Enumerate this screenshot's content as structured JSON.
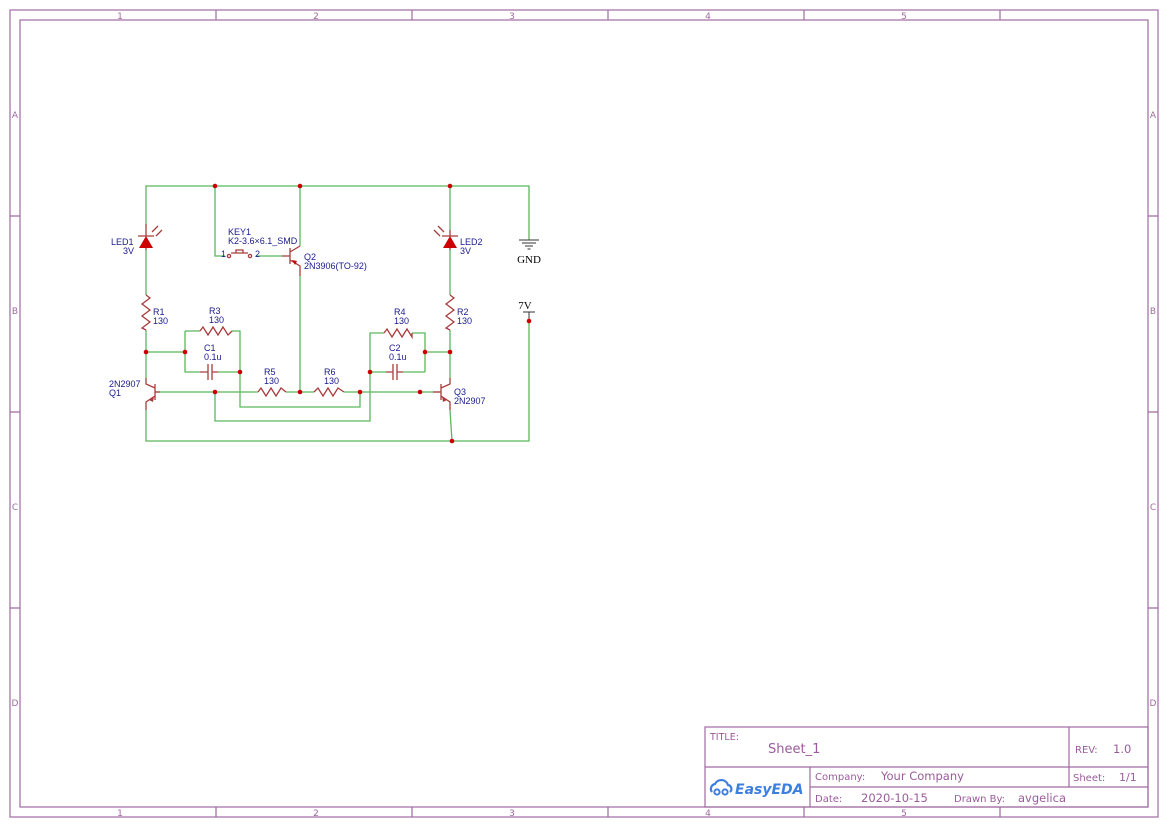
{
  "frame": {
    "columns": [
      "1",
      "2",
      "3",
      "4",
      "5"
    ],
    "rows": [
      "A",
      "B",
      "C",
      "D"
    ]
  },
  "colors": {
    "wire": "#5cb85c",
    "component": "#a83c3c",
    "junction": "#cc0000",
    "label": "#1a1a8c",
    "frame": "#a06aa0"
  },
  "components": {
    "led1": {
      "name": "LED1",
      "value": "3V"
    },
    "led2": {
      "name": "LED2",
      "value": "3V"
    },
    "key1": {
      "name": "KEY1",
      "value": "K2-3.6×6.1_SMD",
      "pin1": "1",
      "pin2": "2"
    },
    "q2": {
      "name": "Q2",
      "value": "2N3906(TO-92)"
    },
    "q1": {
      "name": "Q1",
      "value": "2N2907"
    },
    "q3": {
      "name": "Q3",
      "value": "2N2907"
    },
    "r1": {
      "name": "R1",
      "value": "130"
    },
    "r2": {
      "name": "R2",
      "value": "130"
    },
    "r3": {
      "name": "R3",
      "value": "130"
    },
    "r4": {
      "name": "R4",
      "value": "130"
    },
    "r5": {
      "name": "R5",
      "value": "130"
    },
    "r6": {
      "name": "R6",
      "value": "130"
    },
    "c1": {
      "name": "C1",
      "value": "0.1u"
    },
    "c2": {
      "name": "C2",
      "value": "0.1u"
    },
    "gnd": {
      "name": "GND"
    },
    "vcc": {
      "name": "7V"
    }
  },
  "title_block": {
    "title_label": "TITLE:",
    "title": "Sheet_1",
    "rev_label": "REV:",
    "rev": "1.0",
    "logo": "EasyEDA",
    "company_label": "Company:",
    "company": "Your Company",
    "sheet_label": "Sheet:",
    "sheet": "1/1",
    "date_label": "Date:",
    "date": "2020-10-15",
    "drawn_label": "Drawn By:",
    "drawn_by": "avgelica"
  }
}
